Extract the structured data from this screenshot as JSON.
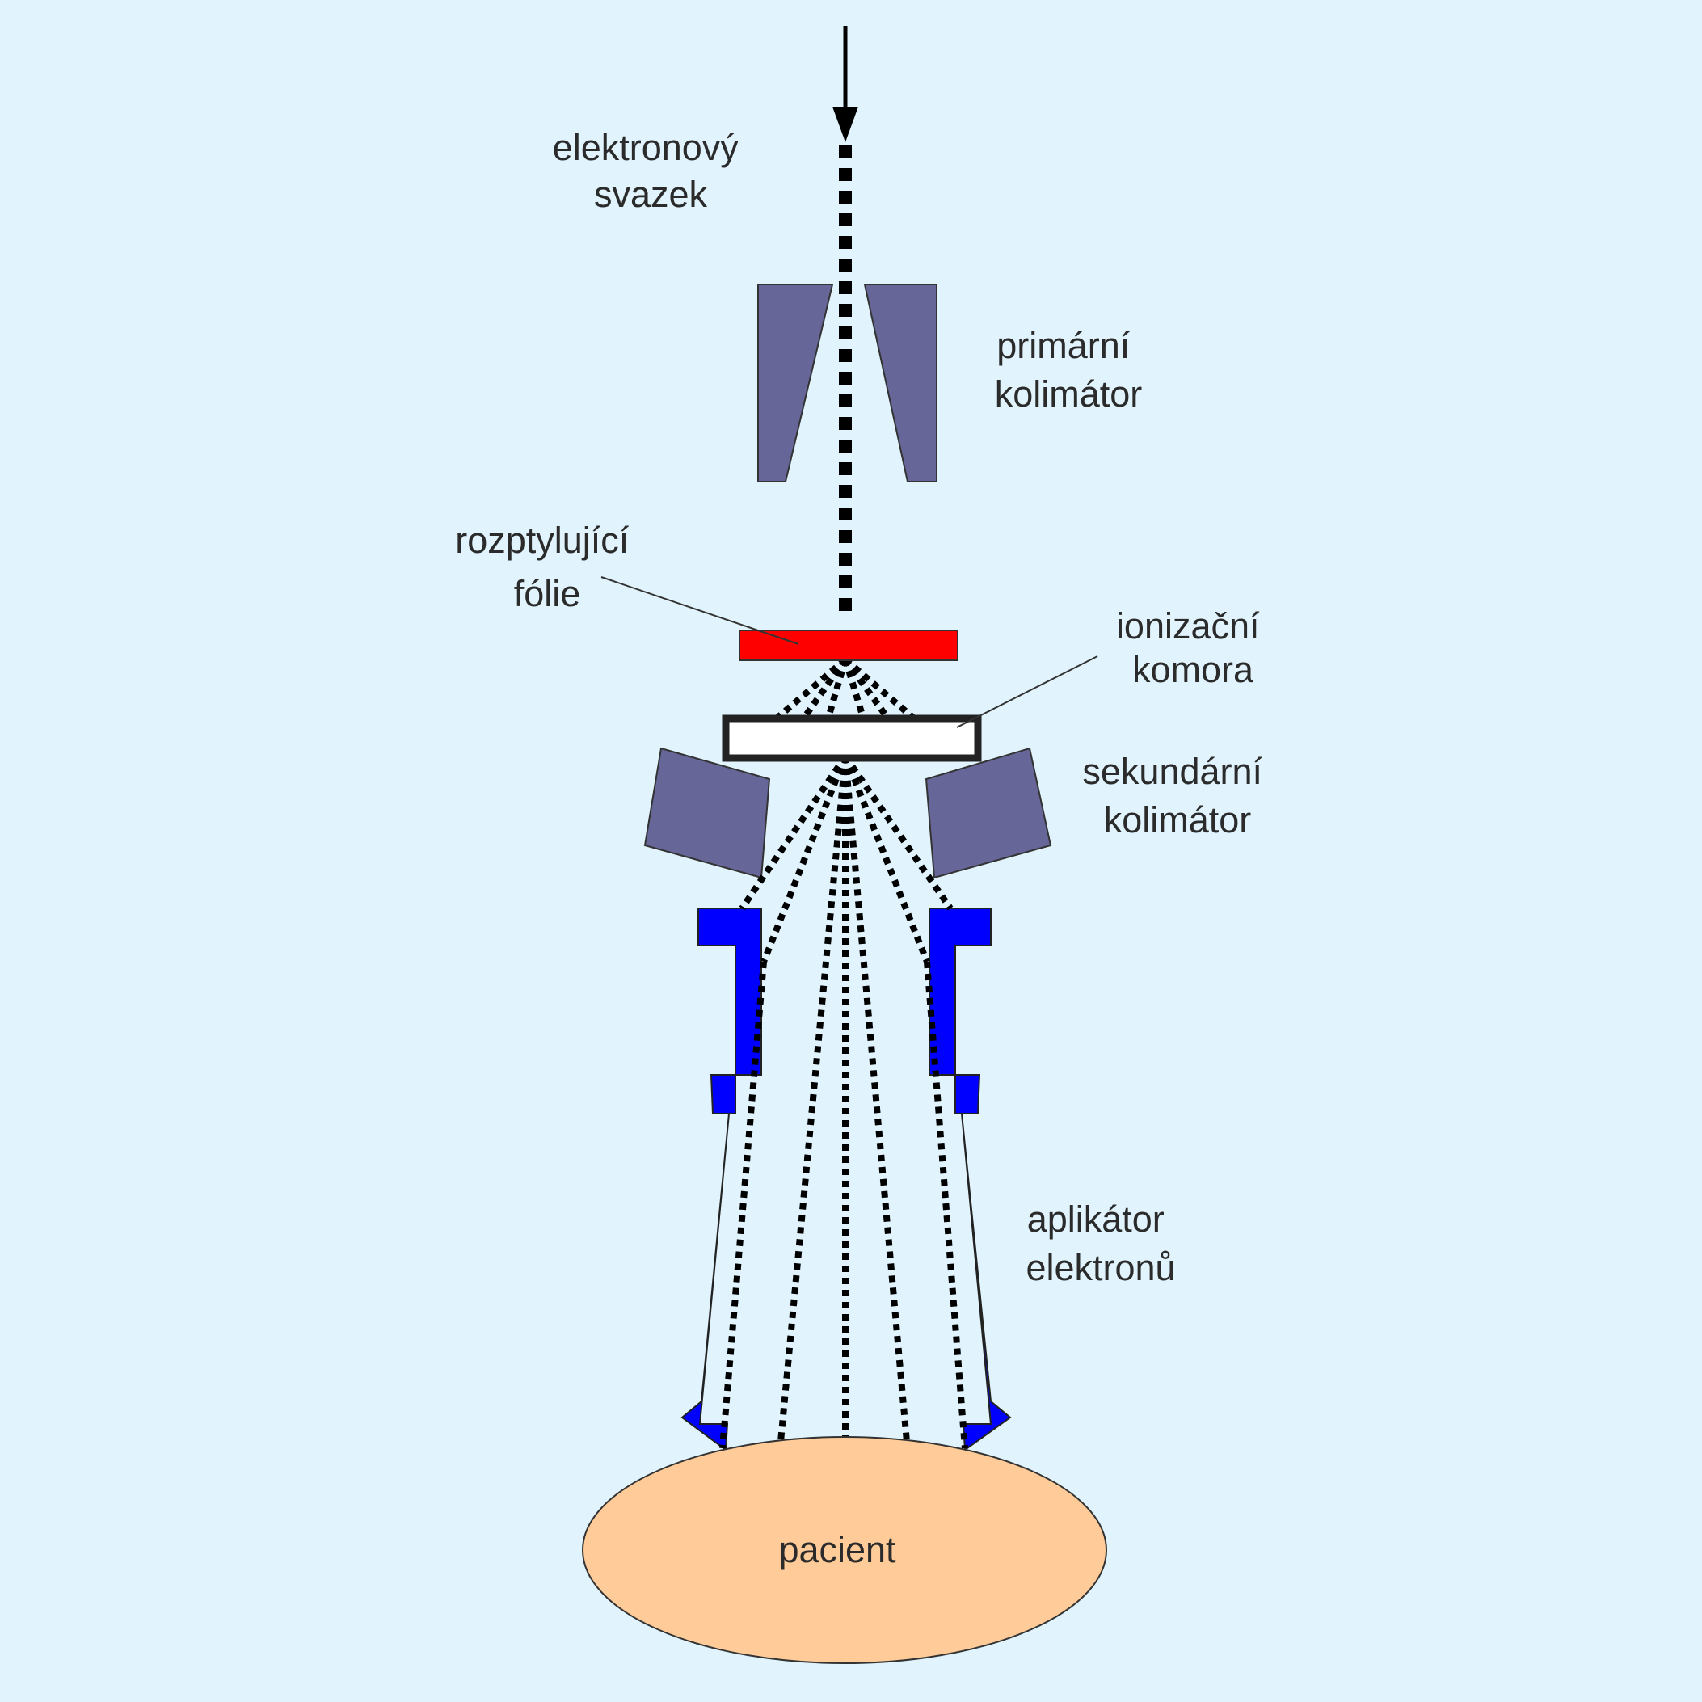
{
  "colors": {
    "background": "#e1f4fd",
    "collimator": "#666699",
    "foil": "#ff0000",
    "chamber": "#ffffff",
    "applicator": "#0000ff",
    "patient": "#ffcc99",
    "beam": "#000000",
    "text": "#2b2b2b"
  },
  "labels": {
    "beam_line1": "elektronový",
    "beam_line2": "svazek",
    "primary_line1": "primární",
    "primary_line2": "kolimátor",
    "foil_line1": "rozptylující",
    "foil_line2": "fólie",
    "chamber_line1": "ionizační",
    "chamber_line2": "komora",
    "secondary_line1": "sekundární",
    "secondary_line2": "kolimátor",
    "applicator_line1": "aplikátor",
    "applicator_line2": "elektronů",
    "patient": "pacient"
  }
}
